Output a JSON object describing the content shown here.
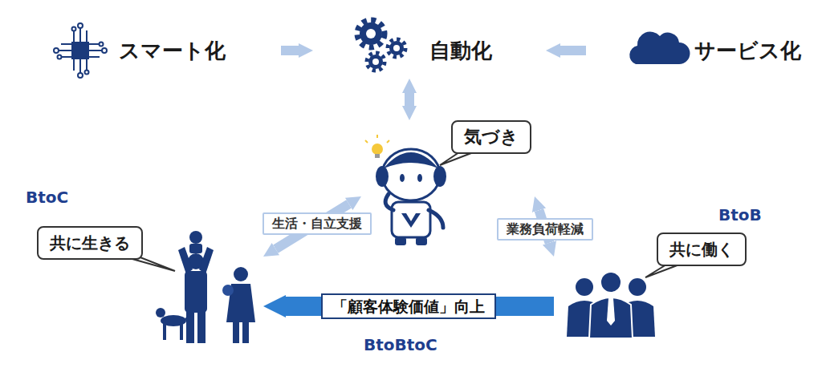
{
  "diagram": {
    "nodes": [
      {
        "text": [
          "スマート化"
        ]
      },
      {
        "text": [
          "自動化"
        ]
      },
      {
        "text": [
          "サービス化"
        ]
      },
      {
        "text": [
          "気づき"
        ]
      },
      {
        "text": [
          "BtoC",
          "共に生きる"
        ]
      },
      {
        "text": [
          "BtoB",
          "共に働く"
        ]
      }
    ],
    "edges": [
      {
        "from": 0,
        "to": 1,
        "arrow": "to"
      },
      {
        "from": 2,
        "to": 1,
        "arrow": "to"
      },
      {
        "from": 1,
        "to": 3,
        "arrow": "both"
      },
      {
        "from": 3,
        "to": 4,
        "arrow": "both",
        "label": "生活・自立支援"
      },
      {
        "from": 3,
        "to": 5,
        "arrow": "both",
        "label": "業務負荷軽減"
      },
      {
        "from": 5,
        "to": 4,
        "arrow": "to",
        "label": "「顧客体験価値」向上"
      }
    ],
    "labels": [
      "BtoBtoC"
    ]
  }
}
